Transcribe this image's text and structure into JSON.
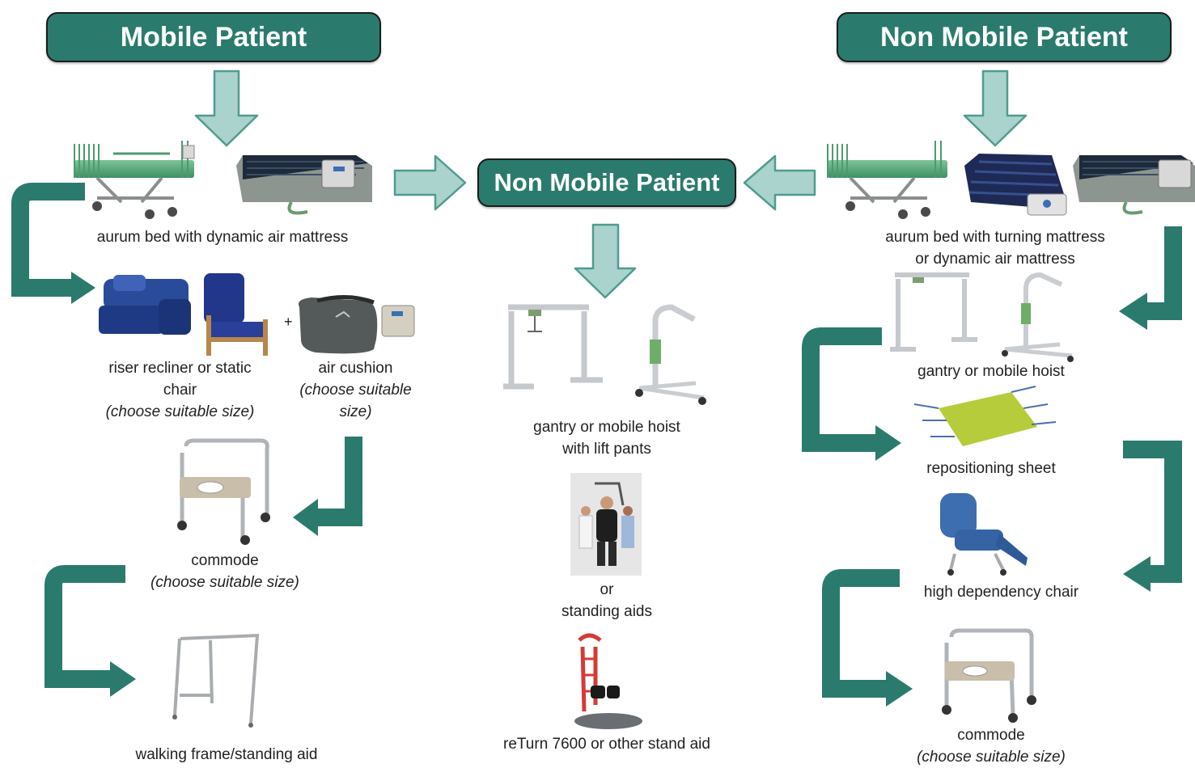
{
  "headers": {
    "left": "Mobile Patient",
    "center": "Non Mobile Patient",
    "right": "Non Mobile Patient"
  },
  "left_column": {
    "bed_caption": "aurum bed with dynamic air mattress",
    "chair_caption": "riser recliner or static chair",
    "chair_note": "(choose suitable size)",
    "plus": "+",
    "cushion_caption": "air cushion",
    "cushion_note": "(choose suitable size)",
    "commode_caption": "commode",
    "commode_note": "(choose suitable size)",
    "frame_caption": "walking frame/standing aid"
  },
  "center_column": {
    "hoist_caption_line1": "gantry or mobile hoist",
    "hoist_caption_line2": "with lift pants",
    "or_text": "or",
    "standing_caption": "standing aids",
    "return_caption": "reTurn 7600 or other stand aid"
  },
  "right_column": {
    "bed_caption_line1": "aurum bed with turning mattress",
    "bed_caption_line2": "or dynamic air mattress",
    "hoist_caption": "gantry or mobile hoist",
    "sheet_caption": "repositioning sheet",
    "chair_caption": "high dependency chair",
    "commode_caption": "commode",
    "commode_note": "(choose suitable size)"
  },
  "colors": {
    "header_bg": "#2a7b6d",
    "curved_arrow": "#2a7b6d",
    "down_arrow_fill": "#a9d3cc",
    "down_arrow_stroke": "#4f9c8f"
  }
}
